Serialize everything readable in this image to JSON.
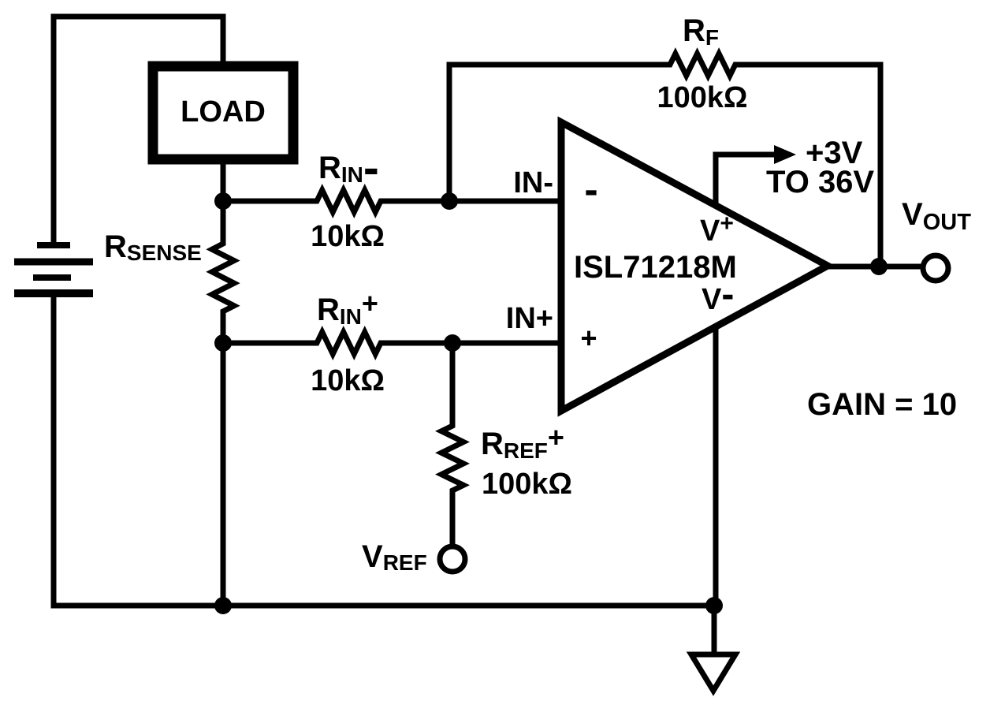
{
  "diagram": {
    "type": "circuit-schematic",
    "colors": {
      "ink": "#000000",
      "background": "#ffffff"
    },
    "load": {
      "label": "LOAD"
    },
    "resistors": {
      "r_sense": {
        "main": "R",
        "sub": "SENSE"
      },
      "r_in_neg": {
        "main": "R",
        "sub": "IN",
        "sign": "-",
        "value": "10kΩ"
      },
      "r_in_pos": {
        "main": "R",
        "sub": "IN",
        "sign": "+",
        "value": "10kΩ"
      },
      "r_f": {
        "main": "R",
        "sub": "F",
        "value": "100kΩ"
      },
      "r_ref_pos": {
        "main": "R",
        "sub": "REF",
        "sign": "+",
        "value": "100kΩ"
      }
    },
    "opamp": {
      "part_number": "ISL71218M",
      "inverting_sign": "-",
      "noninverting_sign": "+",
      "v_plus": {
        "main": "V",
        "sup": "+"
      },
      "v_minus": {
        "main": "V",
        "sup": "-"
      }
    },
    "pins": {
      "in_neg": "IN-",
      "in_pos": "IN+"
    },
    "supply": {
      "line1": "+3V",
      "line2": "TO 36V"
    },
    "terminals": {
      "v_out": {
        "main": "V",
        "sub": "OUT"
      },
      "v_ref": {
        "main": "V",
        "sub": "REF"
      }
    },
    "gain_note": "GAIN = 10"
  }
}
